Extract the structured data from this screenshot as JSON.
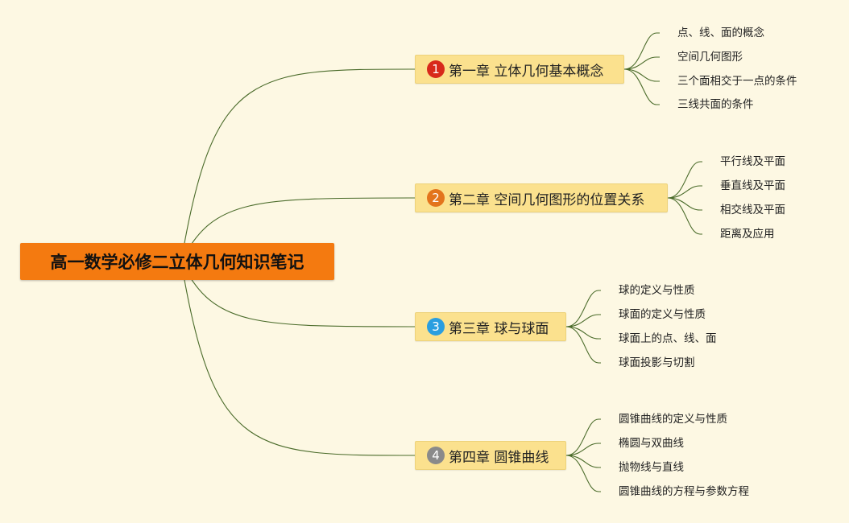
{
  "root": {
    "title": "高一数学必修二立体几何知识笔记"
  },
  "colors": {
    "background": "#fdf8e3",
    "root": "#f47a10",
    "chapter": "#fbe18e",
    "line": "#4a6b2a",
    "badges": [
      "#d8291b",
      "#e3741c",
      "#2a9ee0",
      "#8a8a8a"
    ]
  },
  "chapters": [
    {
      "badge": "1",
      "label": "第一章 立体几何基本概念",
      "items": [
        "点、线、面的概念",
        "空间几何图形",
        "三个面相交于一点的条件",
        "三线共面的条件"
      ]
    },
    {
      "badge": "2",
      "label": "第二章 空间几何图形的位置关系",
      "items": [
        "平行线及平面",
        "垂直线及平面",
        "相交线及平面",
        "距离及应用"
      ]
    },
    {
      "badge": "3",
      "label": "第三章 球与球面",
      "items": [
        "球的定义与性质",
        "球面的定义与性质",
        "球面上的点、线、面",
        "球面投影与切割"
      ]
    },
    {
      "badge": "4",
      "label": "第四章 圆锥曲线",
      "items": [
        "圆锥曲线的定义与性质",
        "椭圆与双曲线",
        "抛物线与直线",
        "圆锥曲线的方程与参数方程"
      ]
    }
  ]
}
